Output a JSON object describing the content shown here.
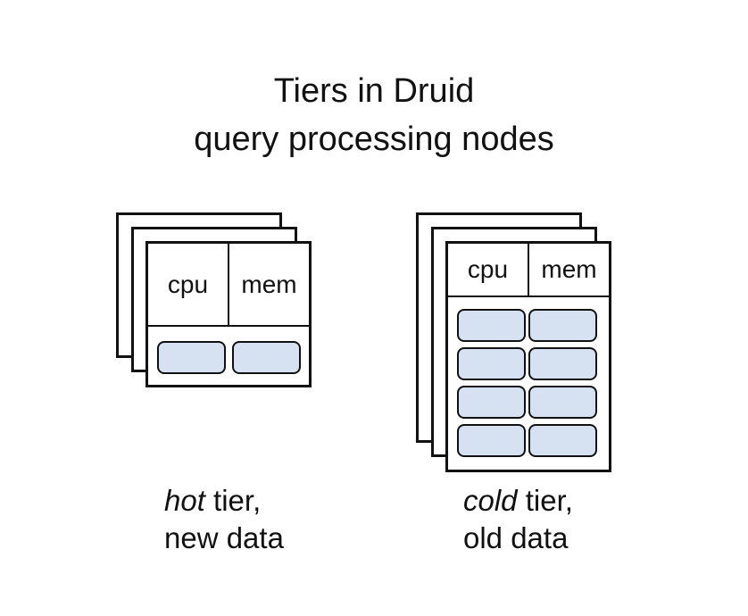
{
  "title": {
    "line1": "Tiers in Druid",
    "line2": "query processing nodes"
  },
  "tiers": [
    {
      "id": "hot",
      "cpu_label": "cpu",
      "mem_label": "mem",
      "segment_rows": 1,
      "segments_per_row": 2,
      "caption_italic": "hot",
      "caption_rest": " tier,",
      "caption_line2": "new data"
    },
    {
      "id": "cold",
      "cpu_label": "cpu",
      "mem_label": "mem",
      "segment_rows": 4,
      "segments_per_row": 2,
      "caption_italic": "cold",
      "caption_rest": " tier,",
      "caption_line2": "old data"
    }
  ],
  "colors": {
    "segment_fill": "#d6e2f2",
    "outline": "#111111",
    "background": "#ffffff"
  }
}
